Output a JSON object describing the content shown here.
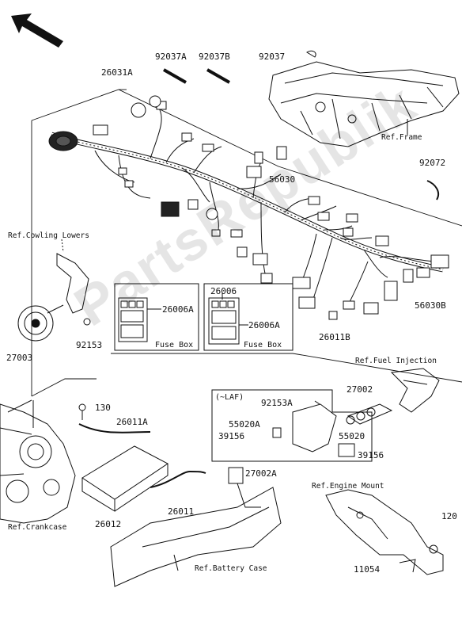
{
  "watermark": "PartsRepublik",
  "part_numbers": {
    "p92037A": "92037A",
    "p92037B": "92037B",
    "p92037": "92037",
    "p26031A": "26031A",
    "p92072": "92072",
    "p56030": "56030",
    "p56030B": "56030B",
    "p26006": "26006",
    "p26006A_left": "26006A",
    "p26006A_right": "26006A",
    "p26011B": "26011B",
    "p27003": "27003",
    "p92153": "92153",
    "p130": "130",
    "p26011A": "26011A",
    "p26012": "26012",
    "p26011": "26011",
    "p27002A": "27002A",
    "p27002": "27002",
    "p92153A": "92153A",
    "p55020A": "55020A",
    "p39156_left": "39156",
    "p55020": "55020",
    "p39156_right": "39156",
    "p120": "120",
    "p11054": "11054"
  },
  "references": {
    "frame": "Ref.Frame",
    "cowling": "Ref.Cowling Lowers",
    "fuel": "Ref.Fuel Injection",
    "crankcase": "Ref.Crankcase",
    "battery": "Ref.Battery Case",
    "engine_mount": "Ref.Engine Mount"
  },
  "captions": {
    "fuse_box_left": "Fuse Box",
    "fuse_box_right": "Fuse Box",
    "laf": "(~LAF)"
  },
  "colors": {
    "line": "#111111",
    "background": "#ffffff"
  }
}
